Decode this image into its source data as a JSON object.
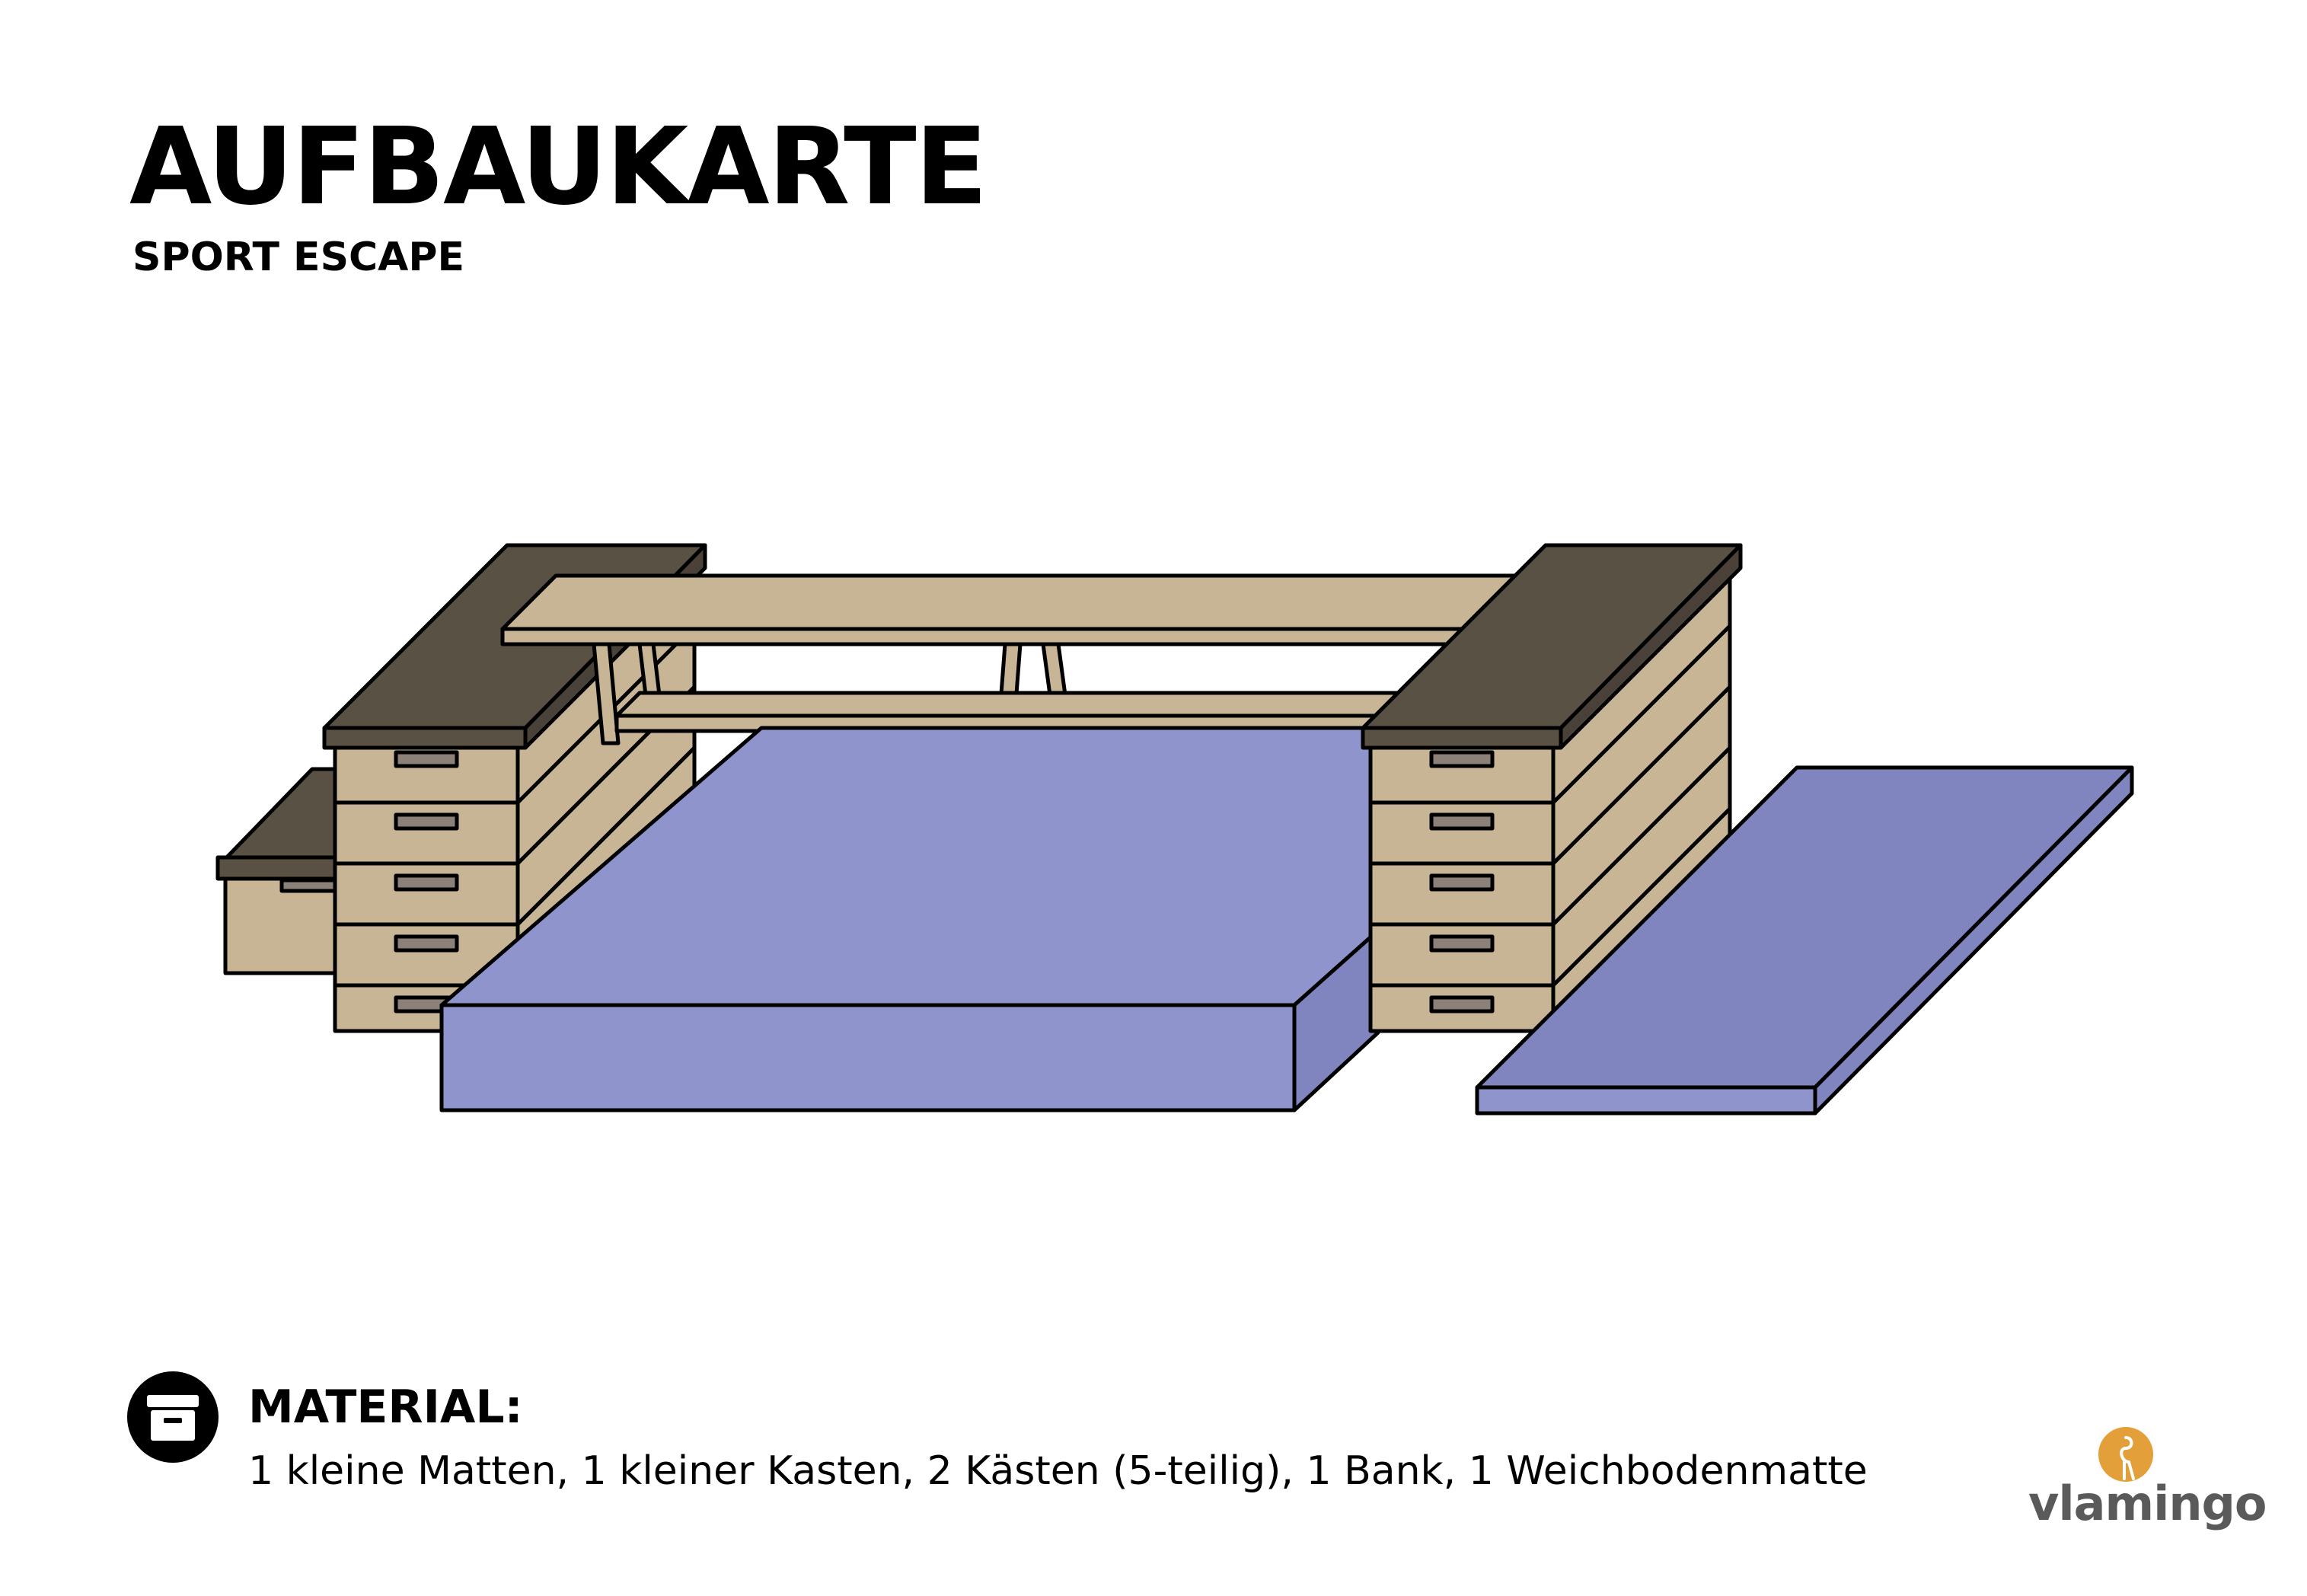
{
  "title": "AUFBAUKARTE",
  "subtitle": "SPORT ESCAPE",
  "material": {
    "heading": "MATERIAL:",
    "text": "1 kleine Matten, 1 kleiner Kasten, 2 Kästen (5-teilig), 1 Bank, 1 Weichbodenmatte",
    "icon": "archive-box-icon"
  },
  "brand": {
    "name": "vlamingo",
    "icon": "flamingo-logo-icon",
    "accent": "#e3a03a"
  },
  "colors": {
    "wood": "#c8b596",
    "wood_dark": "#5a5145",
    "handle": "#8c8178",
    "mat": "#8f94cc",
    "mat_side": "#8085c0",
    "outline": "#000000",
    "brand_text": "#5a5a5a"
  }
}
